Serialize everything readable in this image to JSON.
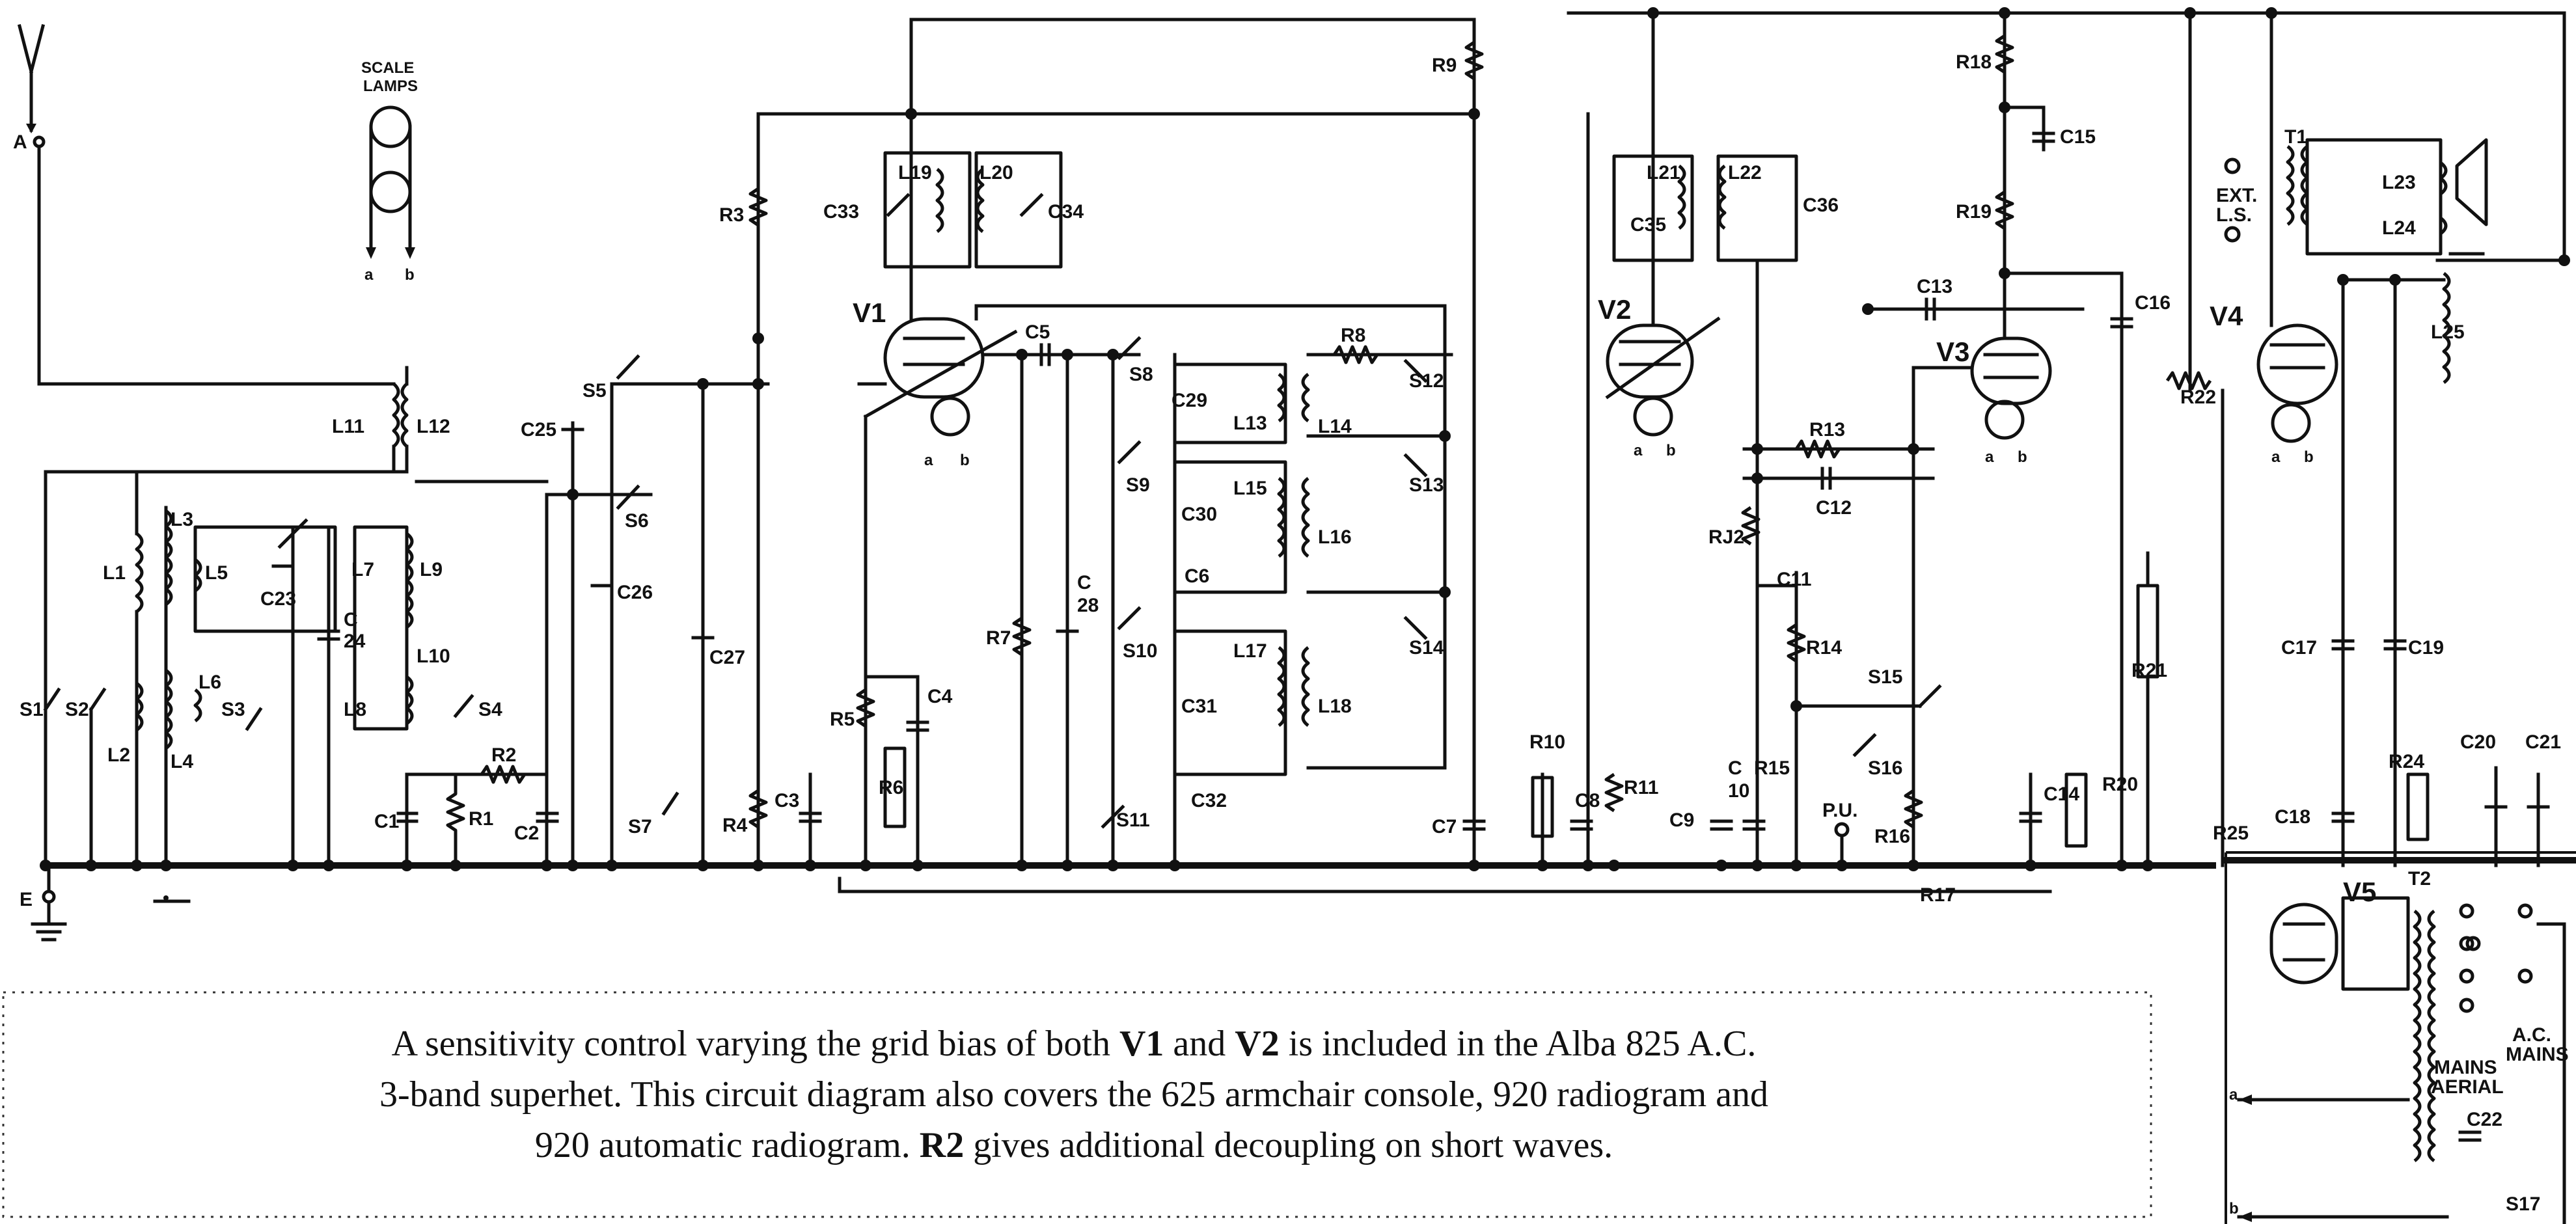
{
  "labels": {
    "A": "A",
    "E": "E",
    "scale_lamps_1": "SCALE",
    "scale_lamps_2": "LAMPS",
    "lamp_a": "a",
    "lamp_b": "b",
    "L1": "L1",
    "L2": "L2",
    "L3": "L3",
    "L4": "L4",
    "L5": "L5",
    "L6": "L6",
    "L7": "L7",
    "L8": "L8",
    "L9": "L9",
    "L10": "L10",
    "L11": "L11",
    "L12": "L12",
    "L13": "L13",
    "L14": "L14",
    "L15": "L15",
    "L16": "L16",
    "L17": "L17",
    "L18": "L18",
    "L19": "L19",
    "L20": "L20",
    "L21": "L21",
    "L22": "L22",
    "L23": "L23",
    "L24": "L24",
    "L25": "L25",
    "S1": "S1",
    "S2": "S2",
    "S3": "S3",
    "S4": "S4",
    "S5": "S5",
    "S6": "S6",
    "S7": "S7",
    "S8": "S8",
    "S9": "S9",
    "S10": "S10",
    "S11": "S11",
    "S12": "S12",
    "S13": "S13",
    "S14": "S14",
    "S15": "S15",
    "S16": "S16",
    "S17": "S17",
    "C1": "C1",
    "C2": "C2",
    "C3": "C3",
    "C4": "C4",
    "C5": "C5",
    "C6": "C6",
    "C7": "C7",
    "C8": "C8",
    "C9": "C9",
    "C10": "C",
    "C10b": "10",
    "C11": "C11",
    "C12": "C12",
    "C13": "C13",
    "C14": "C14",
    "C15": "C15",
    "C16": "C16",
    "C17": "C17",
    "C18": "C18",
    "C19": "C19",
    "C20": "C20",
    "C21": "C21",
    "C22": "C22",
    "C23": "C23",
    "C24a": "C",
    "C24b": "24",
    "C25": "C25",
    "C26": "C26",
    "C27": "C27",
    "C28a": "C",
    "C28b": "28",
    "C29": "C29",
    "C30": "C30",
    "C31": "C31",
    "C32": "C32",
    "C33": "C33",
    "C34": "C34",
    "C35": "C35",
    "C36": "C36",
    "R1": "R1",
    "R2": "R2",
    "R3": "R3",
    "R4": "R4",
    "R5": "R5",
    "R6": "R6",
    "R7": "R7",
    "R8": "R8",
    "R9": "R9",
    "R10": "R10",
    "R11": "R11",
    "R12": "RJ2",
    "R13": "R13",
    "R14": "R14",
    "R15": "R15",
    "R16": "R16",
    "R17": "R17",
    "R18": "R18",
    "R19": "R19",
    "R20": "R20",
    "R21": "R21",
    "R22": "R22",
    "R24": "R24",
    "R25": "R25",
    "V1": "V1",
    "V2": "V2",
    "V3": "V3",
    "V4": "V4",
    "V5": "V5",
    "T1": "T1",
    "T2": "T2",
    "ext_ls_1": "EXT.",
    "ext_ls_2": "L.S.",
    "pu": "P.U.",
    "ac_mains_1": "A.C.",
    "ac_mains_2": "MAINS",
    "mains_aerial_1": "MAINS",
    "mains_aerial_2": "AERIAL",
    "pin_a": "a",
    "pin_b": "b"
  },
  "caption": {
    "line1_part1": "A sensitivity control varying the grid bias of both ",
    "v1": "V1",
    "line1_part2": " and ",
    "v2": "V2",
    "line1_part3": " is included in the Alba 825 A.C.",
    "line2": "3-band superhet.  This circuit diagram also covers the 625 armchair console, 920 radiogram and",
    "line3_part1": "920 automatic radiogram. ",
    "r2": "R2",
    "line3_part2": " gives additional decoupling on short waves."
  }
}
